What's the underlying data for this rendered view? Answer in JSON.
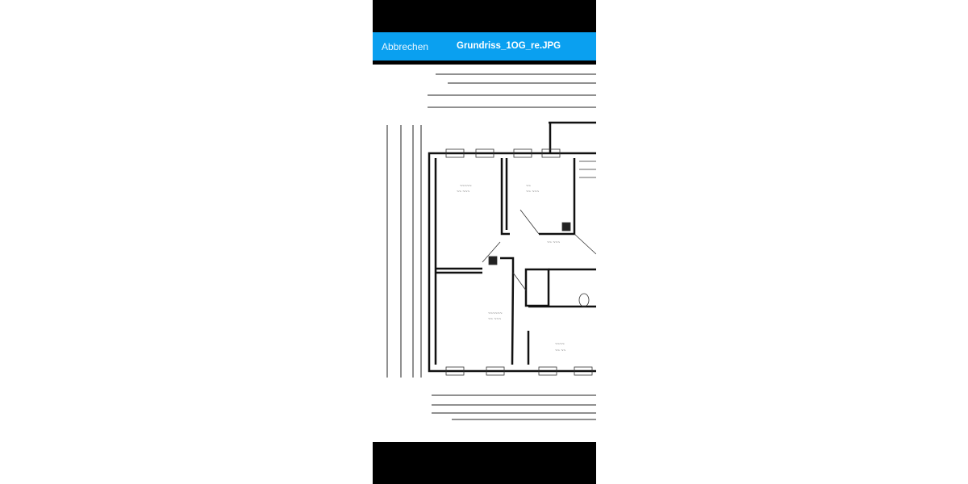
{
  "header": {
    "cancel_label": "Abbrechen",
    "file_name": "Grundriss_1OG_re.JPG"
  },
  "colors": {
    "header_bg": "#0aa0f0",
    "frame": "#000000"
  },
  "image": {
    "description_icon": "floor-plan-image"
  }
}
